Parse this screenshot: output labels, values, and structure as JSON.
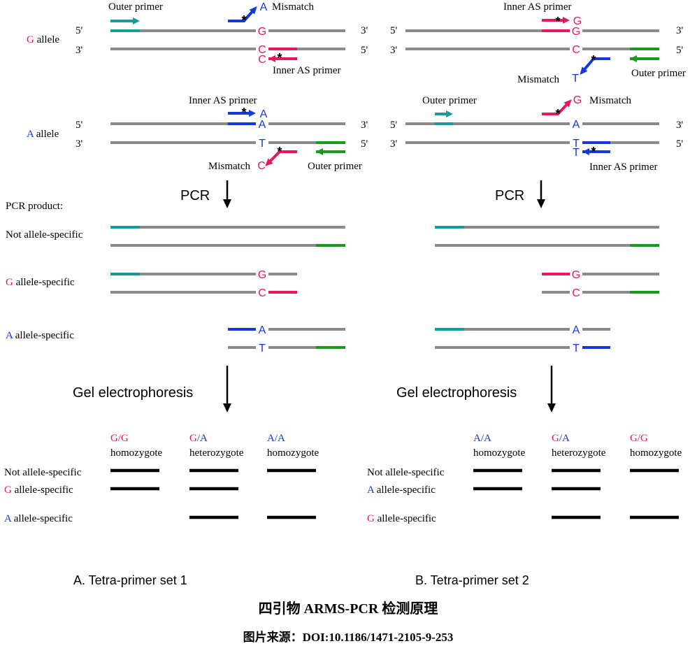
{
  "colors": {
    "grey": "#8a8a8a",
    "teal": "#169a9a",
    "green": "#1a9a1a",
    "magenta": "#e8195a",
    "blue": "#1437d8",
    "black": "#000000"
  },
  "strand_labels": {
    "five_prime": "5'",
    "three_prime": "3'"
  },
  "panels": [
    {
      "id": "A",
      "caption": "A. Tetra-primer set 1",
      "g_allele_label": [
        "G",
        " allele"
      ],
      "a_allele_label": [
        "A",
        " allele"
      ],
      "labels": {
        "outer_primer_top": "Outer primer",
        "mismatch_top": "Mismatch",
        "inner_as_primer_top": "Inner AS primer",
        "inner_as_primer_mid": "Inner AS primer",
        "mismatch_bottom": "Mismatch",
        "outer_primer_bottom": "Outer primer"
      },
      "bases": {
        "g_mismatch": "A",
        "g_top": "G",
        "g_bottom": "C",
        "g_primer": "C",
        "a_primer": "A",
        "a_top": "A",
        "a_bottom": "T",
        "a_mismatch": "C"
      },
      "pcr_label": "PCR",
      "pcr_product_label": "PCR product:",
      "row_labels": {
        "not_specific": [
          "",
          "Not allele-specific"
        ],
        "first_specific": [
          "G",
          " allele-specific"
        ],
        "second_specific": [
          "A",
          " allele-specific"
        ]
      },
      "product_bases": {
        "first_top": "G",
        "first_bottom": "C",
        "second_top": "A",
        "second_bottom": "T"
      },
      "gel_label": "Gel electrophoresis",
      "genotypes": [
        {
          "a": "G",
          "slash": "/",
          "b": "G",
          "type": "homozygote",
          "bands": [
            true,
            true,
            false
          ]
        },
        {
          "a": "G",
          "slash": "/",
          "b": "A",
          "type": "heterozygote",
          "bands": [
            true,
            true,
            true
          ]
        },
        {
          "a": "A",
          "slash": "/",
          "b": "A",
          "type": "homozygote",
          "bands": [
            true,
            false,
            true
          ]
        }
      ],
      "gel_row_labels": {
        "not_specific": [
          "",
          "Not allele-specific"
        ],
        "first_specific": [
          "G",
          " allele-specific"
        ],
        "second_specific": [
          "A",
          " allele-specific"
        ]
      }
    },
    {
      "id": "B",
      "caption": "B. Tetra-primer set 2",
      "labels": {
        "inner_as_primer_top": "Inner AS primer",
        "mismatch_mid": "Mismatch",
        "outer_primer_mid": "Outer primer",
        "outer_primer_a": "Outer primer",
        "mismatch_a": "Mismatch",
        "inner_as_primer_bottom": "Inner AS primer"
      },
      "bases": {
        "g_primer": "G",
        "g_top": "G",
        "g_bottom": "C",
        "g_mismatch": "T",
        "a_mismatch": "G",
        "a_top": "A",
        "a_bottom": "T",
        "a_primer": "T"
      },
      "pcr_label": "PCR",
      "product_bases": {
        "first_top": "G",
        "first_bottom": "C",
        "second_top": "A",
        "second_bottom": "T"
      },
      "gel_label": "Gel electrophoresis",
      "genotypes": [
        {
          "a": "A",
          "slash": "/",
          "b": "A",
          "type": "homozygote",
          "bands": [
            true,
            true,
            false
          ]
        },
        {
          "a": "G",
          "slash": "/",
          "b": "A",
          "type": "heterozygote",
          "bands": [
            true,
            true,
            true
          ]
        },
        {
          "a": "G",
          "slash": "/",
          "b": "G",
          "type": "homozygote",
          "bands": [
            true,
            false,
            true
          ]
        }
      ],
      "gel_row_labels": {
        "not_specific": [
          "",
          "Not allele-specific"
        ],
        "first_specific": [
          "A",
          " allele-specific"
        ],
        "second_specific": [
          "G",
          " allele-specific"
        ]
      }
    }
  ],
  "footer": {
    "title": "四引物 ARMS-PCR 检测原理",
    "source": "图片来源：DOI:10.1186/1471-2105-9-253"
  }
}
